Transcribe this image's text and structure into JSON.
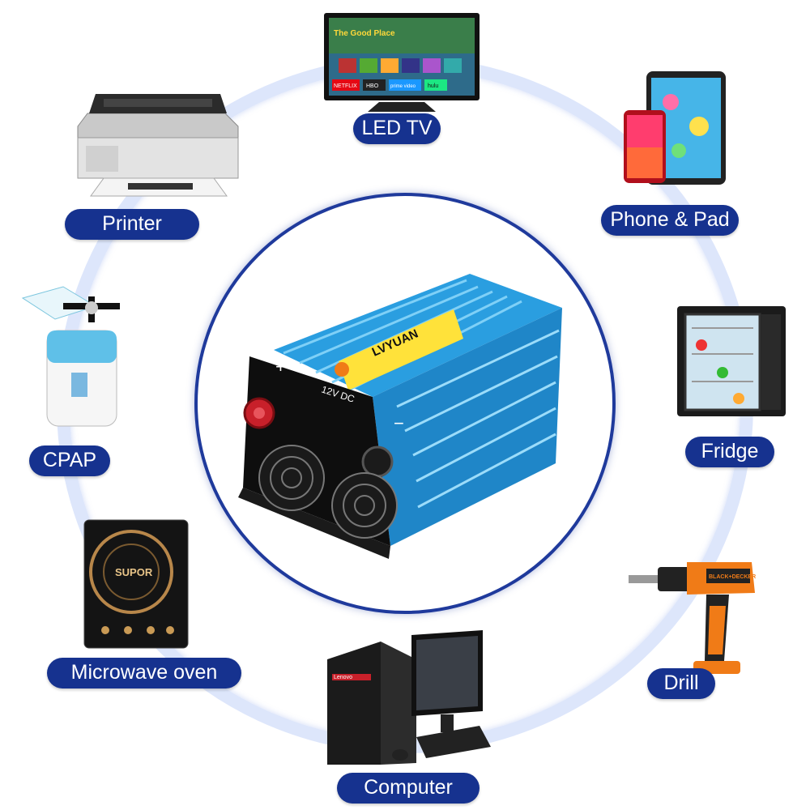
{
  "labels": {
    "led_tv": "LED TV",
    "printer": "Printer",
    "phone_pad": "Phone & Pad",
    "cpap": "CPAP",
    "fridge": "Fridge",
    "microwave": "Microwave oven",
    "drill": "Drill",
    "computer": "Computer"
  },
  "inverter": {
    "brand": "LVYUAN",
    "voltage": "12V DC",
    "plus": "+",
    "minus": "−"
  },
  "tv_screen": {
    "show_title": "The Good Place",
    "apps": [
      "NETFLIX",
      "HBO",
      "prime video",
      "hulu"
    ]
  },
  "cooktop": {
    "brand": "SUPOR"
  },
  "drill": {
    "brand": "BLACK+DECKER"
  },
  "computer": {
    "brand": "Lenovo"
  },
  "colors": {
    "label_bg": "#16328f",
    "ring": "#dde6fb",
    "inverter_blue": "#2a9ee0",
    "accent_red": "#c8202a"
  }
}
